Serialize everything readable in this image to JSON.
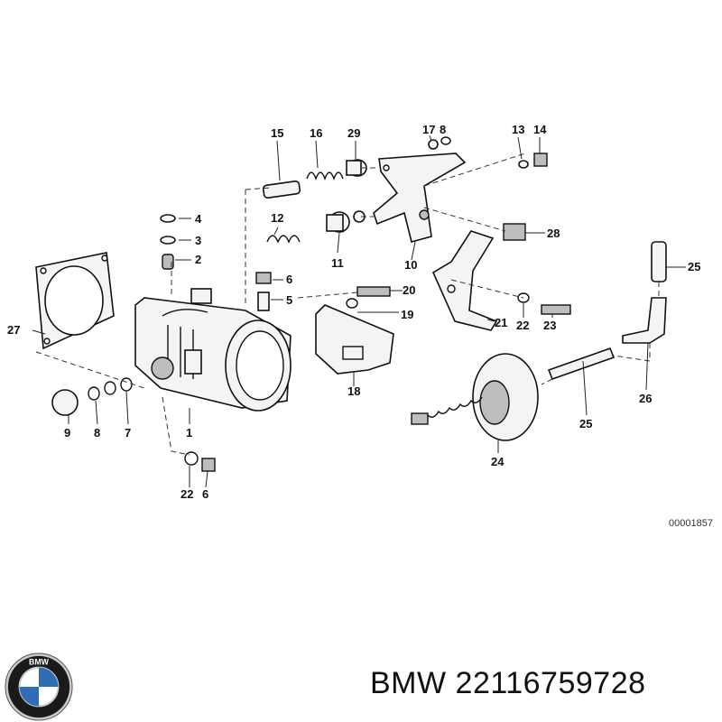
{
  "diagram": {
    "drawing_number": "00001857",
    "callouts": [
      {
        "id": "c15",
        "text": "15"
      },
      {
        "id": "c16",
        "text": "16"
      },
      {
        "id": "c29",
        "text": "29"
      },
      {
        "id": "c17",
        "text": "17"
      },
      {
        "id": "c8a",
        "text": "8"
      },
      {
        "id": "c13",
        "text": "13"
      },
      {
        "id": "c14",
        "text": "14"
      },
      {
        "id": "c4",
        "text": "4"
      },
      {
        "id": "c3",
        "text": "3"
      },
      {
        "id": "c2",
        "text": "2"
      },
      {
        "id": "c12",
        "text": "12"
      },
      {
        "id": "c11",
        "text": "11"
      },
      {
        "id": "c10",
        "text": "10"
      },
      {
        "id": "c28",
        "text": "28"
      },
      {
        "id": "c25a",
        "text": "25"
      },
      {
        "id": "c6a",
        "text": "6"
      },
      {
        "id": "c5",
        "text": "5"
      },
      {
        "id": "c20",
        "text": "20"
      },
      {
        "id": "c19",
        "text": "19"
      },
      {
        "id": "c27",
        "text": "27"
      },
      {
        "id": "c22a",
        "text": "22"
      },
      {
        "id": "c23",
        "text": "23"
      },
      {
        "id": "c21",
        "text": "21"
      },
      {
        "id": "c18",
        "text": "18"
      },
      {
        "id": "c26",
        "text": "26"
      },
      {
        "id": "c9",
        "text": "9"
      },
      {
        "id": "c8b",
        "text": "8"
      },
      {
        "id": "c7",
        "text": "7"
      },
      {
        "id": "c1",
        "text": "1"
      },
      {
        "id": "c25b",
        "text": "25"
      },
      {
        "id": "c24",
        "text": "24"
      },
      {
        "id": "c22b",
        "text": "22"
      },
      {
        "id": "c6b",
        "text": "6"
      }
    ]
  },
  "footer": {
    "brand_text": "BMW",
    "part_number": "22116759728",
    "title": "BMW 22116759728"
  },
  "logo": {
    "lettering": "BMW",
    "colors": {
      "ring": "#1a1a1a",
      "blue": "#2f6db5",
      "white": "#ffffff",
      "chrome": "#c9c9c9"
    }
  }
}
